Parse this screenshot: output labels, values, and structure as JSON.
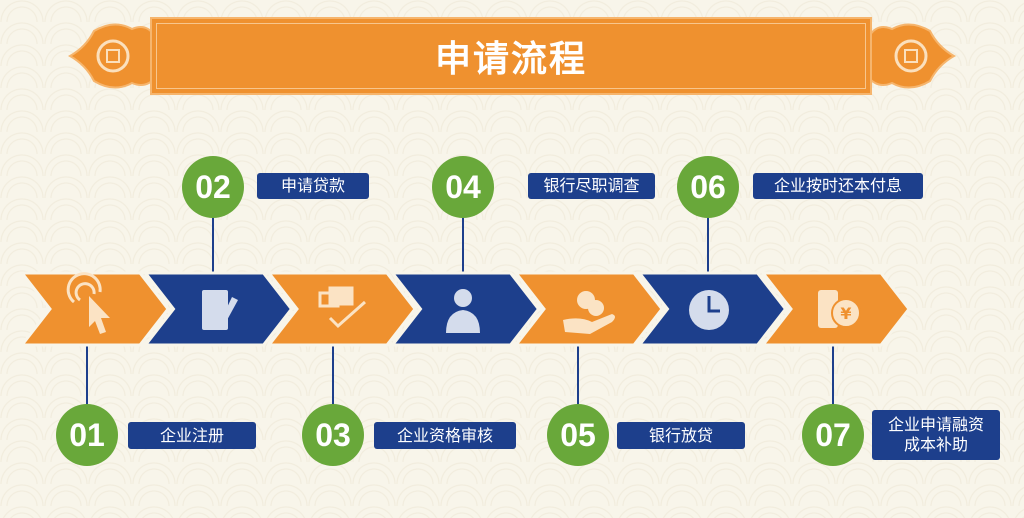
{
  "title": "申请流程",
  "colors": {
    "orange": "#ef912f",
    "navy": "#1d3f8c",
    "green": "#69a83a"
  },
  "steps": [
    {
      "number": "01",
      "label": "企业注册",
      "icon": "click-cursor-icon"
    },
    {
      "number": "02",
      "label": "申请贷款",
      "icon": "document-pen-icon"
    },
    {
      "number": "03",
      "label": "企业资格审核",
      "icon": "chat-check-icon"
    },
    {
      "number": "04",
      "label": "银行尽职调查",
      "icon": "person-icon"
    },
    {
      "number": "05",
      "label": "银行放贷",
      "icon": "hand-coins-icon"
    },
    {
      "number": "06",
      "label": "企业按时还本付息",
      "icon": "clock-icon"
    },
    {
      "number": "07",
      "label": "企业申请融资\n成本补助",
      "icon": "yen-coins-icon"
    }
  ]
}
